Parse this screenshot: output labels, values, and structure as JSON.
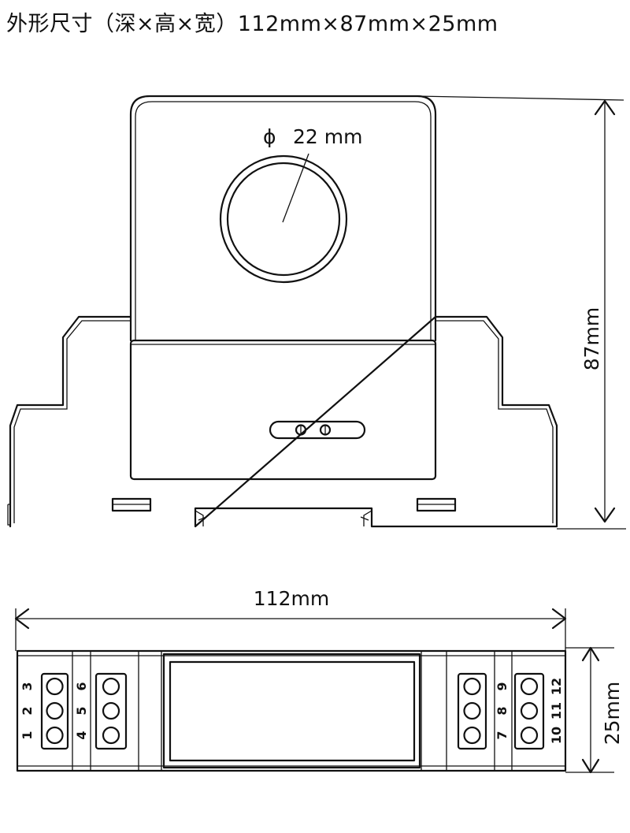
{
  "title": "外形尺寸（深×高×宽）112mm×87mm×25mm",
  "dimensions": {
    "hole_symbol": "ϕ",
    "hole_diameter": "22 mm",
    "height": "87mm",
    "length": "112mm",
    "width": "25mm"
  },
  "terminals": {
    "block_1": [
      "1",
      "2",
      "3"
    ],
    "block_2": [
      "4",
      "5",
      "6"
    ],
    "block_3": [
      "7",
      "8",
      "9"
    ],
    "block_4": [
      "10",
      "11",
      "12"
    ]
  }
}
